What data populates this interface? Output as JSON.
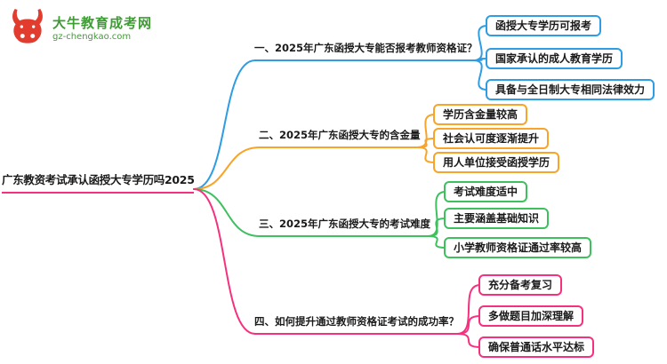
{
  "logo": {
    "title": "大牛教育成考网",
    "url": "gz-chengkao.com",
    "brand_color": "#e23c2e",
    "text_color": "#3f9c35"
  },
  "root": {
    "label": "广东教资考试承认函授大专学历吗2025",
    "color": "#f5317f"
  },
  "branches": [
    {
      "label": "一、2025年广东函授大专能否报考教师资格证？",
      "color": "#2e9de3",
      "children": [
        "函授大专学历可报考",
        "国家承认的成人教育学历",
        "具备与全日制大专相同法律效力"
      ]
    },
    {
      "label": "二、2025年广东函授大专的含金量",
      "color": "#f7a428",
      "children": [
        "学历含金量较高",
        "社会认可度逐渐提升",
        "用人单位接受函授学历"
      ]
    },
    {
      "label": "三、2025年广东函授大专的考试难度",
      "color": "#3ec05f",
      "children": [
        "考试难度适中",
        "主要涵盖基础知识",
        "小学教师资格证通过率较高"
      ]
    },
    {
      "label": "四、如何提升通过教师资格证考试的成功率？",
      "color": "#f5317f",
      "children": [
        "充分备考复习",
        "多做题目加深理解",
        "确保普通话水平达标"
      ]
    }
  ]
}
